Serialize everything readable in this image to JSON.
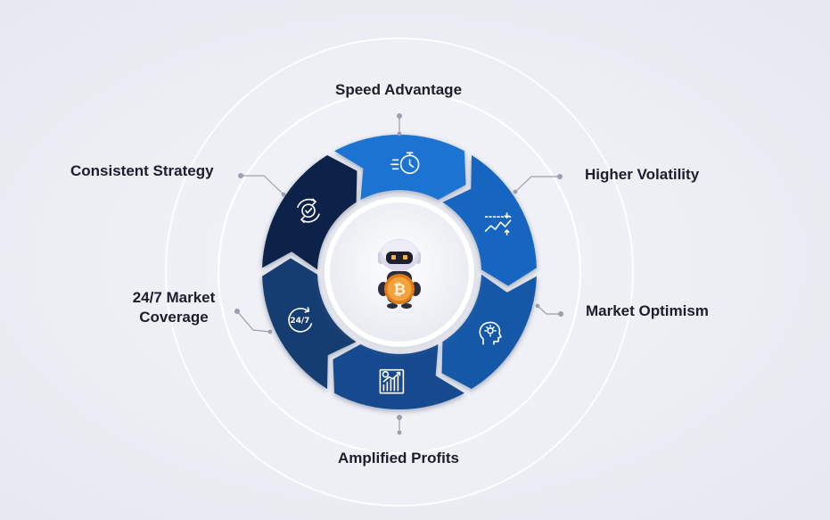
{
  "diagram": {
    "segments": [
      {
        "label": "Speed Advantage",
        "icon": "stopwatch-icon",
        "color": "#1e73d2"
      },
      {
        "label": "Higher Volatility",
        "icon": "volatility-chart-icon",
        "color": "#1565c0"
      },
      {
        "label": "Market Optimism",
        "icon": "head-idea-icon",
        "color": "#1558a8"
      },
      {
        "label": "Amplified Profits",
        "icon": "profit-chart-icon",
        "color": "#154a8e"
      },
      {
        "label": "24/7 Market\nCoverage",
        "icon": "clock-24-7-icon",
        "color": "#163c72"
      },
      {
        "label": "Consistent Strategy",
        "icon": "strategy-cycle-icon",
        "color": "#0e2448"
      }
    ],
    "center": {
      "icon": "robot-bitcoin-icon"
    }
  }
}
